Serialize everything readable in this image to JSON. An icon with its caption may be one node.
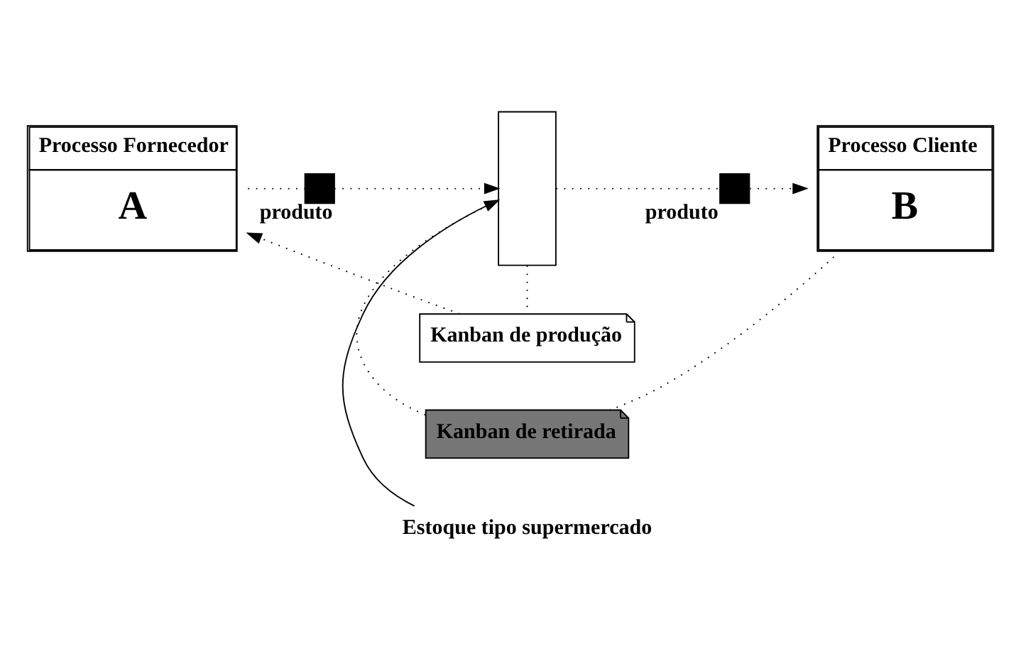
{
  "diagram": {
    "nodes": [
      {
        "text": [
          "Processo Fornecedor",
          "A"
        ]
      },
      {
        "text": [
          "Processo Cliente",
          "B"
        ]
      },
      {
        "text": [],
        "shape": "box"
      },
      {
        "text": [
          "Kanban de produção"
        ]
      },
      {
        "text": [
          "Kanban de retirada"
        ]
      },
      {
        "text": [],
        "shape": "box",
        "beside": [
          "produto"
        ]
      },
      {
        "text": [],
        "shape": "box",
        "beside": [
          "produto"
        ]
      },
      {
        "text": [
          "Estoque tipo supermercado"
        ]
      }
    ],
    "edges": [
      {
        "from": 0,
        "to": 5,
        "arrow": "none",
        "style": "dashed"
      },
      {
        "from": 5,
        "to": 2,
        "arrow": "to",
        "style": "dashed"
      },
      {
        "from": 2,
        "to": 6,
        "arrow": "none",
        "style": "dashed"
      },
      {
        "from": 6,
        "to": 1,
        "arrow": "to",
        "style": "dashed"
      },
      {
        "from": 1,
        "to": 4,
        "arrow": "none",
        "style": "dashed"
      },
      {
        "from": 4,
        "to": 2,
        "arrow": "none",
        "style": "dashed"
      },
      {
        "from": 2,
        "to": 3,
        "arrow": "none",
        "style": "dashed"
      },
      {
        "from": 3,
        "to": 0,
        "arrow": "to",
        "style": "dashed"
      },
      {
        "from": 7,
        "to": 2,
        "arrow": "to"
      }
    ]
  }
}
